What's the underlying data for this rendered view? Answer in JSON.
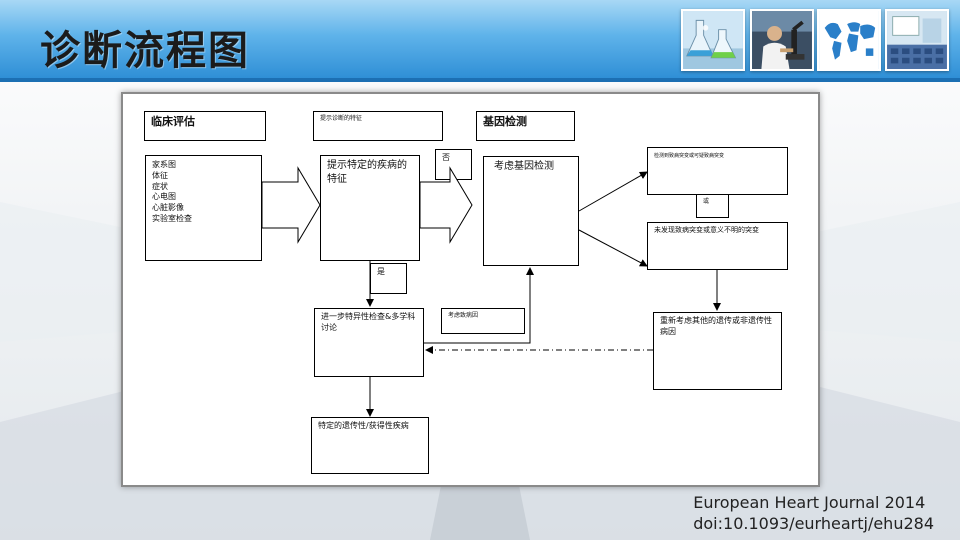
{
  "slide": {
    "title": "诊断流程图",
    "citation": {
      "line1": "European Heart Journal  2014",
      "line2": "doi:10.1093/eurheartj/ehu284"
    }
  },
  "flowchart": {
    "clinical_eval": "临床评估",
    "small_header": "提示诊断的特征",
    "genetic_testing": "基因检测",
    "clinical_items": [
      "家系图",
      "体征",
      "症状",
      "心电图",
      "心脏影像",
      "实验室检查"
    ],
    "suggestive_features": "提示特定的疾病的特征",
    "no_label": "否",
    "consider_genetic": "考虑基因检测",
    "result_positive": "检测到致病突变或可疑致病突变",
    "result_no_label": "或",
    "result_negative": "未发现致病突变或意义不明的突变",
    "yes_label": "是",
    "further_tests": "进一步特异性检查&多学科讨论",
    "small_middle": "考虑致病因",
    "reconsider": "重新考虑其他的遗传或非遗传性病因",
    "final_dx": "特定的遗传性/获得性疾病"
  },
  "colors": {
    "header_top": "#a8d8f5",
    "header_bottom": "#2f8fd6",
    "title_text": "#1b1b1b"
  },
  "icons": [
    "lab-flask-icon",
    "scientist-microscope-icon",
    "world-map-icon",
    "conference-room-icon"
  ]
}
